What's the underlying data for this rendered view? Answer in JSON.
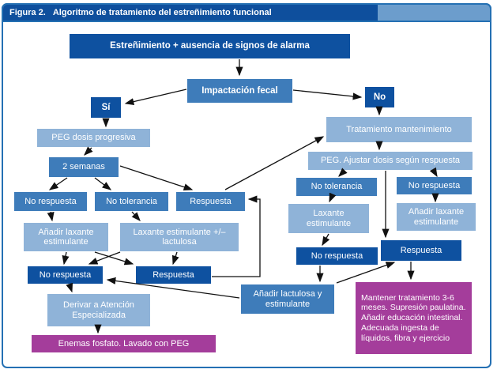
{
  "figure": {
    "label": "Figura 2.",
    "title": "Algoritmo de tratamiento del estreñimiento funcional"
  },
  "colors": {
    "dark_blue": "#0e51a0",
    "medium_blue": "#3e7cba",
    "light_blue": "#8fb3d8",
    "magenta": "#a43d9b",
    "border_blue": "#2470b3",
    "header_light_blue": "#6c9dcc",
    "arrow_black": "#111111"
  },
  "nodes": {
    "start": "Estreñimiento + ausencia de signos de alarma",
    "impactacion": "Impactación fecal",
    "si": "Sí",
    "no": "No",
    "peg_dosis": "PEG dosis progresiva",
    "dos_semanas": "2 semanas",
    "no_respuesta_1": "No respuesta",
    "no_tolerancia_1": "No tolerancia",
    "respuesta_1": "Respuesta",
    "anadir_laxante_1": "Añadir laxante estimulante",
    "laxante_lactulosa": "Laxante estimulante +/– lactulosa",
    "no_respuesta_2": "No respuesta",
    "respuesta_2": "Respuesta",
    "derivar": "Derivar a Atención Especializada",
    "enemas": "Enemas fosfato. Lavado con PEG",
    "tratamiento_mant": "Tratamiento mantenimiento",
    "peg_ajustar": "PEG. Ajustar dosis según respuesta",
    "no_tolerancia_2": "No tolerancia",
    "no_respuesta_3": "No respuesta",
    "laxante_estimulante": "Laxante estimulante",
    "anadir_laxante_2": "Añadir laxante estimulante",
    "no_respuesta_4": "No respuesta",
    "respuesta_3": "Respuesta",
    "anadir_lactulosa": "Añadir lactulosa y estimulante",
    "mantener": "Mantener tratamiento 3-6 meses. Supresión paulatina. Añadir educación intestinal. Adecuada ingesta de líquidos, fibra y ejercicio"
  },
  "edges": [
    {
      "from": "start",
      "to": "impactacion"
    },
    {
      "from": "impactacion",
      "to": "si"
    },
    {
      "from": "impactacion",
      "to": "no"
    },
    {
      "from": "si",
      "to": "peg_dosis"
    },
    {
      "from": "peg_dosis",
      "to": "dos_semanas"
    },
    {
      "from": "dos_semanas",
      "to": "no_respuesta_1"
    },
    {
      "from": "dos_semanas",
      "to": "no_tolerancia_1"
    },
    {
      "from": "dos_semanas",
      "to": "respuesta_1"
    },
    {
      "from": "no_respuesta_1",
      "to": "anadir_laxante_1"
    },
    {
      "from": "no_tolerancia_1",
      "to": "laxante_lactulosa"
    },
    {
      "from": "anadir_laxante_1",
      "to": "no_respuesta_2"
    },
    {
      "from": "anadir_laxante_1",
      "to": "respuesta_2"
    },
    {
      "from": "laxante_lactulosa",
      "to": "no_respuesta_2"
    },
    {
      "from": "laxante_lactulosa",
      "to": "respuesta_2"
    },
    {
      "from": "no_respuesta_2",
      "to": "derivar"
    },
    {
      "from": "derivar",
      "to": "enemas"
    },
    {
      "from": "respuesta_2",
      "to": "respuesta_1"
    },
    {
      "from": "respuesta_1",
      "to": "tratamiento_mant"
    },
    {
      "from": "no",
      "to": "tratamiento_mant"
    },
    {
      "from": "tratamiento_mant",
      "to": "peg_ajustar"
    },
    {
      "from": "peg_ajustar",
      "to": "no_tolerancia_2"
    },
    {
      "from": "peg_ajustar",
      "to": "no_respuesta_3"
    },
    {
      "from": "peg_ajustar",
      "to": "respuesta_3"
    },
    {
      "from": "no_tolerancia_2",
      "to": "laxante_estimulante"
    },
    {
      "from": "no_respuesta_3",
      "to": "anadir_laxante_2"
    },
    {
      "from": "laxante_estimulante",
      "to": "no_respuesta_4"
    },
    {
      "from": "no_respuesta_4",
      "to": "anadir_lactulosa"
    },
    {
      "from": "anadir_lactulosa",
      "to": "respuesta_3"
    },
    {
      "from": "anadir_lactulosa",
      "to": "no_respuesta_2"
    },
    {
      "from": "respuesta_3",
      "to": "mantener"
    }
  ]
}
